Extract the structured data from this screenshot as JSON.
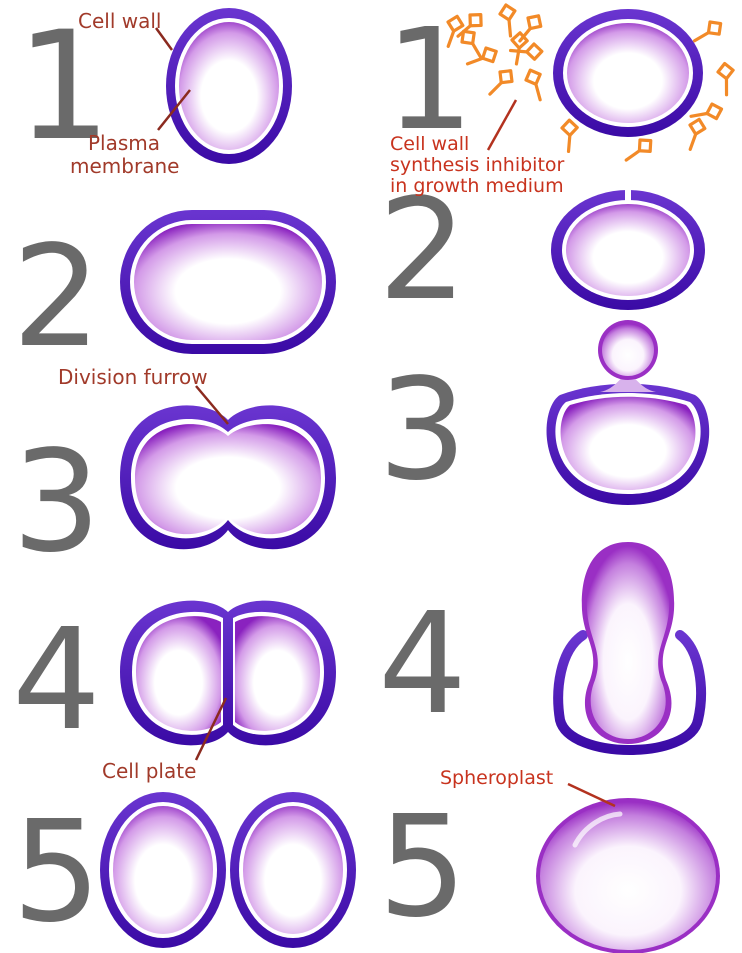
{
  "steps": {
    "left": [
      "1",
      "2",
      "3",
      "4",
      "5"
    ],
    "right": [
      "1",
      "2",
      "3",
      "4",
      "5"
    ]
  },
  "labels": {
    "cell_wall": "Cell wall",
    "plasma_membrane_l1": "Plasma",
    "plasma_membrane_l2": "membrane",
    "division_furrow": "Division furrow",
    "cell_plate": "Cell plate",
    "inhibitor_l1": "Cell wall",
    "inhibitor_l2": "synthesis inhibitor",
    "inhibitor_l3": "in growth medium",
    "spheroplast": "Spheroplast"
  },
  "colors": {
    "wall": "#4b14b4",
    "cytoplasm": "#9a2fc4",
    "number": "#6a6a6a",
    "annotation": "#a13a2a",
    "inhibitor": "#f28a28"
  }
}
